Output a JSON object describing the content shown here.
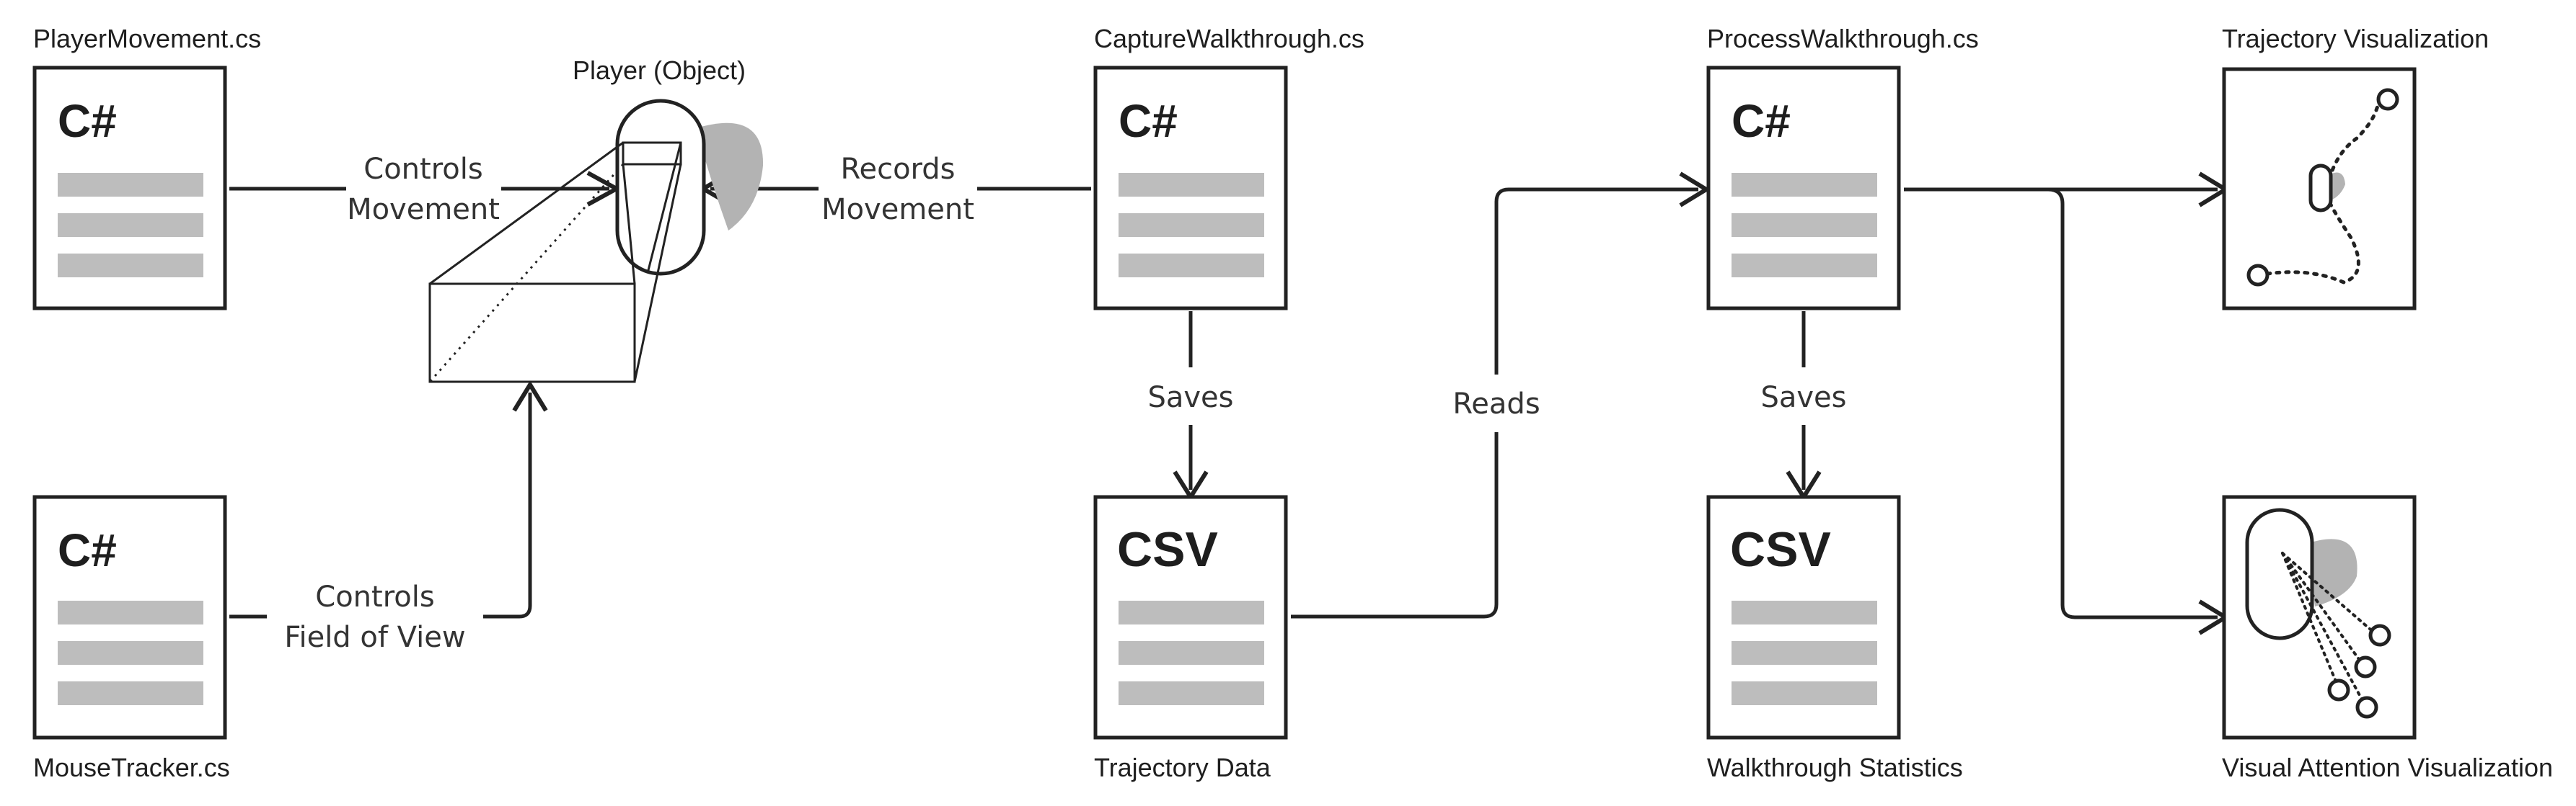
{
  "nodes": {
    "player_movement": {
      "caption": "PlayerMovement.cs",
      "type": "C#"
    },
    "mouse_tracker": {
      "caption": "MouseTracker.cs",
      "type": "C#"
    },
    "player": {
      "caption": "Player (Object)"
    },
    "capture_walkthrough": {
      "caption": "CaptureWalkthrough.cs",
      "type": "C#"
    },
    "trajectory_data": {
      "caption": "Trajectory Data",
      "type": "CSV"
    },
    "process_walkthrough": {
      "caption": "ProcessWalkthrough.cs",
      "type": "C#"
    },
    "walkthrough_statistics": {
      "caption": "Walkthrough Statistics",
      "type": "CSV"
    },
    "trajectory_visualization": {
      "caption": "Trajectory Visualization"
    },
    "visual_attention_visualization": {
      "caption": "Visual Attention Visualization"
    }
  },
  "edges": {
    "controls_movement": {
      "line1": "Controls",
      "line2": "Movement"
    },
    "controls_fov": {
      "line1": "Controls",
      "line2": "Field of View"
    },
    "records_movement": {
      "line1": "Records",
      "line2": "Movement"
    },
    "saves_trajectory": {
      "label": "Saves"
    },
    "reads": {
      "label": "Reads"
    },
    "saves_statistics": {
      "label": "Saves"
    }
  },
  "colors": {
    "stroke": "#222222",
    "bar": "#bdbdbd",
    "shadow": "#b3b3b3"
  }
}
